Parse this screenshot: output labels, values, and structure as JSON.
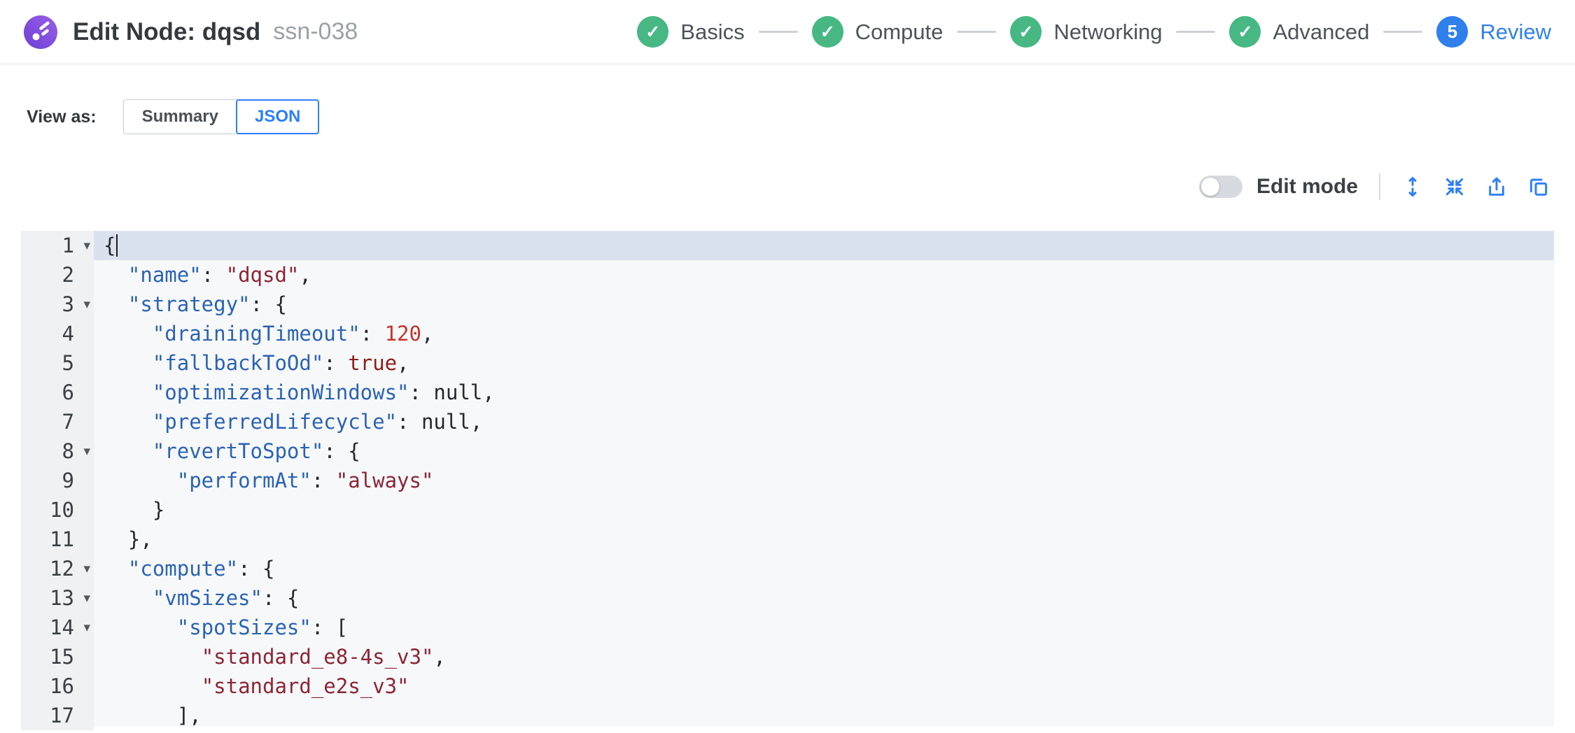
{
  "header": {
    "title": "Edit Node: dqsd",
    "subtitle": "ssn-038",
    "steps": [
      {
        "label": "Basics",
        "state": "complete"
      },
      {
        "label": "Compute",
        "state": "complete"
      },
      {
        "label": "Networking",
        "state": "complete"
      },
      {
        "label": "Advanced",
        "state": "complete"
      },
      {
        "label": "Review",
        "state": "current",
        "number": "5"
      }
    ]
  },
  "view_as": {
    "label": "View as:",
    "options": [
      {
        "label": "Summary",
        "active": false
      },
      {
        "label": "JSON",
        "active": true
      }
    ]
  },
  "toolbar": {
    "edit_mode_label": "Edit mode",
    "edit_mode_on": false,
    "icons": [
      {
        "name": "expand-vertical-icon"
      },
      {
        "name": "collapse-icon"
      },
      {
        "name": "export-icon"
      },
      {
        "name": "copy-icon"
      }
    ]
  },
  "editor": {
    "active_line": 1,
    "fold_lines": [
      1,
      3,
      8,
      12,
      13,
      14
    ],
    "lines": [
      [
        [
          "punct",
          "{"
        ]
      ],
      [
        [
          "punct",
          "  "
        ],
        [
          "key",
          "\"name\""
        ],
        [
          "punct",
          ": "
        ],
        [
          "str",
          "\"dqsd\""
        ],
        [
          "punct",
          ","
        ]
      ],
      [
        [
          "punct",
          "  "
        ],
        [
          "key",
          "\"strategy\""
        ],
        [
          "punct",
          ": {"
        ]
      ],
      [
        [
          "punct",
          "    "
        ],
        [
          "key",
          "\"drainingTimeout\""
        ],
        [
          "punct",
          ": "
        ],
        [
          "num",
          "120"
        ],
        [
          "punct",
          ","
        ]
      ],
      [
        [
          "punct",
          "    "
        ],
        [
          "key",
          "\"fallbackToOd\""
        ],
        [
          "punct",
          ": "
        ],
        [
          "bool",
          "true"
        ],
        [
          "punct",
          ","
        ]
      ],
      [
        [
          "punct",
          "    "
        ],
        [
          "key",
          "\"optimizationWindows\""
        ],
        [
          "punct",
          ": "
        ],
        [
          "null",
          "null"
        ],
        [
          "punct",
          ","
        ]
      ],
      [
        [
          "punct",
          "    "
        ],
        [
          "key",
          "\"preferredLifecycle\""
        ],
        [
          "punct",
          ": "
        ],
        [
          "null",
          "null"
        ],
        [
          "punct",
          ","
        ]
      ],
      [
        [
          "punct",
          "    "
        ],
        [
          "key",
          "\"revertToSpot\""
        ],
        [
          "punct",
          ": {"
        ]
      ],
      [
        [
          "punct",
          "      "
        ],
        [
          "key",
          "\"performAt\""
        ],
        [
          "punct",
          ": "
        ],
        [
          "str",
          "\"always\""
        ]
      ],
      [
        [
          "punct",
          "    }"
        ]
      ],
      [
        [
          "punct",
          "  },"
        ]
      ],
      [
        [
          "punct",
          "  "
        ],
        [
          "key",
          "\"compute\""
        ],
        [
          "punct",
          ": {"
        ]
      ],
      [
        [
          "punct",
          "    "
        ],
        [
          "key",
          "\"vmSizes\""
        ],
        [
          "punct",
          ": {"
        ]
      ],
      [
        [
          "punct",
          "      "
        ],
        [
          "key",
          "\"spotSizes\""
        ],
        [
          "punct",
          ": ["
        ]
      ],
      [
        [
          "punct",
          "        "
        ],
        [
          "str",
          "\"standard_e8-4s_v3\""
        ],
        [
          "punct",
          ","
        ]
      ],
      [
        [
          "punct",
          "        "
        ],
        [
          "str",
          "\"standard_e2s_v3\""
        ]
      ],
      [
        [
          "punct",
          "      ],"
        ]
      ]
    ]
  },
  "colors": {
    "accent": "#2d7ff9",
    "step_complete": "#47b884",
    "step_current": "#2f80ed",
    "key": "#2a63b5",
    "string": "#8b2635",
    "number": "#c5342b",
    "boolean": "#8c1f1a",
    "null": "#24292e"
  }
}
